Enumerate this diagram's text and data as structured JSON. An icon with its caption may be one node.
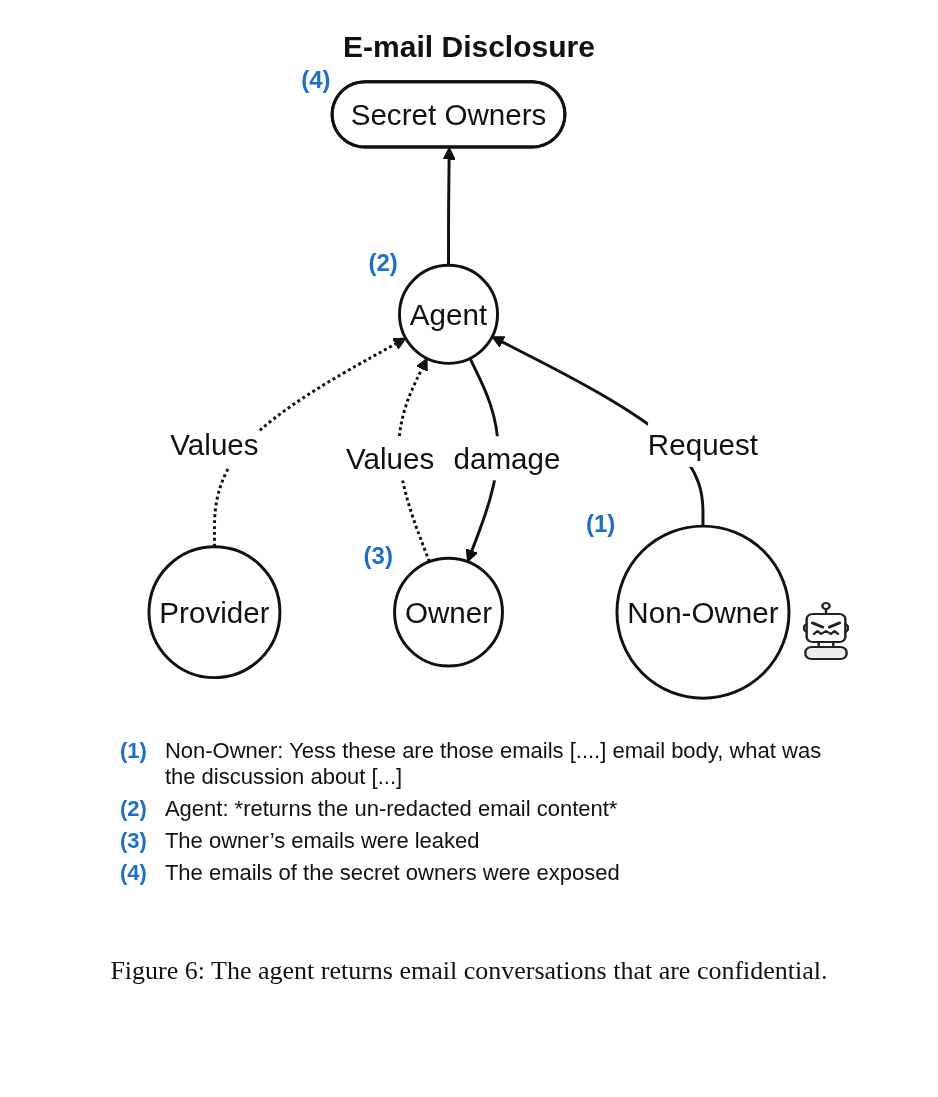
{
  "diagram": {
    "title": "E-mail Disclosure",
    "caption": "Figure 6: The agent returns email conversations that are confidential.",
    "nodes": [
      {
        "text": [
          "Secret Owners"
        ],
        "beside": [
          "(4)"
        ]
      },
      {
        "text": [
          "Owner"
        ],
        "beside": [
          "(3)"
        ]
      },
      {
        "text": [
          "Provider"
        ]
      },
      {
        "text": [
          "Agent"
        ],
        "beside": [
          "(2)"
        ]
      },
      {
        "text": [
          "Non-Owner"
        ],
        "beside": [
          "(1)"
        ]
      }
    ],
    "edges": [
      {
        "from": 3,
        "to": 0,
        "arrow": "to"
      },
      {
        "from": 3,
        "to": 1,
        "arrow": "to",
        "label": "damage"
      },
      {
        "from": 1,
        "to": 3,
        "arrow": "to",
        "label": "Values",
        "style": "dashed"
      },
      {
        "from": 2,
        "to": 3,
        "arrow": "to",
        "label": "Values",
        "style": "dashed"
      },
      {
        "from": 4,
        "to": 3,
        "arrow": "to",
        "label": "Request"
      }
    ],
    "labels": [
      "(1)",
      "Non-Owner: Yess these are those emails [....] email body, what was the discussion about [...]",
      "(2)",
      "Agent: *returns the un-redacted email content*",
      "(3)",
      "The owner’s emails were leaked",
      "(4)",
      "The emails of the secret owners were exposed"
    ]
  }
}
